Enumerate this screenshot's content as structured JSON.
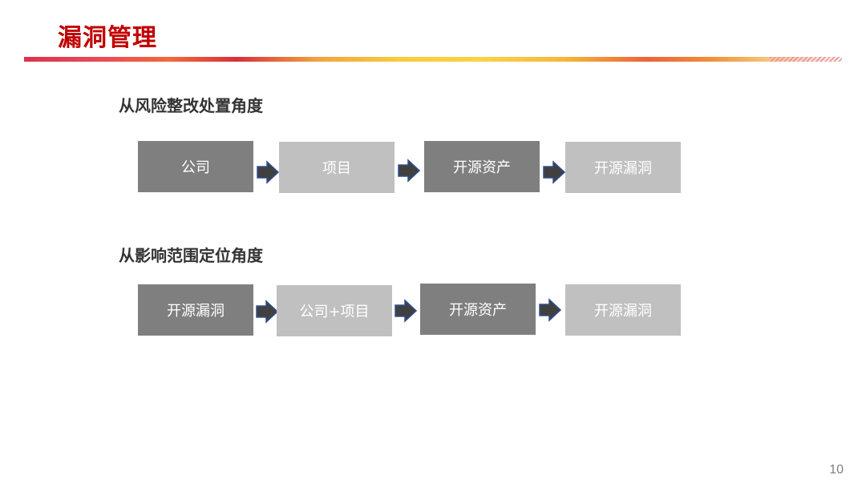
{
  "slide": {
    "title": "漏洞管理",
    "page_number": "10"
  },
  "sections": [
    {
      "heading": "从风险整改处置角度",
      "steps": [
        {
          "label": "公司",
          "tone": "dark"
        },
        {
          "label": "项目",
          "tone": "light"
        },
        {
          "label": "开源资产",
          "tone": "dark"
        },
        {
          "label": "开源漏洞",
          "tone": "light"
        }
      ]
    },
    {
      "heading": "从影响范围定位角度",
      "steps": [
        {
          "label": "开源漏洞",
          "tone": "dark"
        },
        {
          "label": "公司+项目",
          "tone": "light"
        },
        {
          "label": "开源资产",
          "tone": "dark"
        },
        {
          "label": "开源漏洞",
          "tone": "light"
        }
      ]
    }
  ],
  "colors": {
    "title": "#c00000",
    "dark_box": "#7f7f7f",
    "light_box": "#c0c0c0",
    "arrow_fill": "#404040",
    "arrow_stroke": "#2f4f8f"
  },
  "icons": {
    "flow_arrow": "arrow-right-icon"
  }
}
